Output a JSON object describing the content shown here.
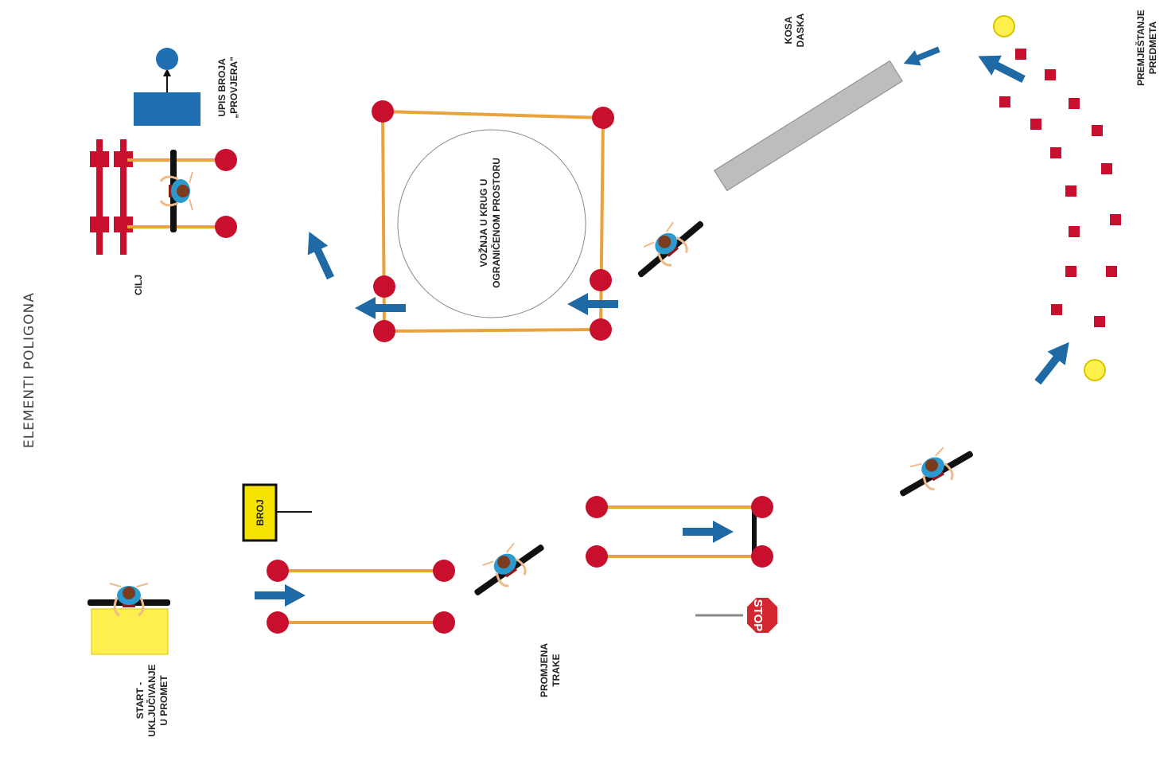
{
  "title": "ELEMENTI POLIGONA",
  "labels": {
    "upis_line1": "UPIS BROJA",
    "upis_line2": "„PROVJERA\"",
    "cilj": "CILJ",
    "circle_line1": "VOŽNJA U KRUG U",
    "circle_line2": "OGRANIČENOM PROSTORU",
    "kosa_line1": "KOSA",
    "kosa_line2": "DASKA",
    "prem_line1": "PREMJEŠTANJE",
    "prem_line2": "PREDMETA",
    "start_line1": "START -",
    "start_line2": "UKLJUČIVANJE",
    "start_line3": "U PROMET",
    "traka_line1": "PROMJENA",
    "traka_line2": "TRAKE",
    "broj_sign": "BROJ",
    "stop_sign": "STOP"
  },
  "colors": {
    "cone": "#c8102e",
    "line": "#e8a33d",
    "arrow": "#1f6aa5",
    "board": "#bdbdbd",
    "yellow": "#fff04d",
    "blue_box": "#1f6fb2",
    "rider_shirt": "#2a9bd1",
    "text": "#222222"
  }
}
